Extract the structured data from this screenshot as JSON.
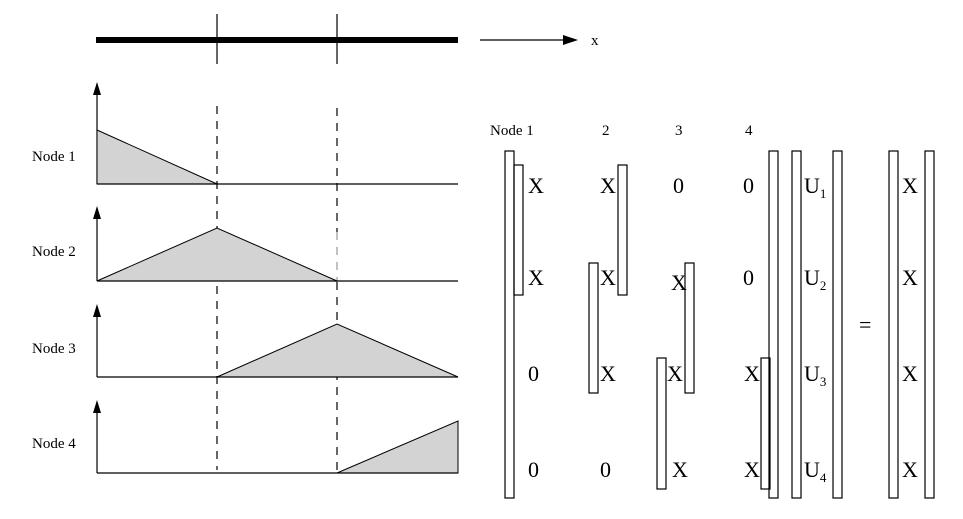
{
  "axis": {
    "label": "x"
  },
  "nodes": [
    {
      "label": "Node 1"
    },
    {
      "label": "Node 2"
    },
    {
      "label": "Node 3"
    },
    {
      "label": "Node 4"
    }
  ],
  "matrix": {
    "column_headers": [
      "Node 1",
      "2",
      "3",
      "4"
    ],
    "rows": [
      [
        "X",
        "X",
        "0",
        "0"
      ],
      [
        "X",
        "X",
        "X",
        "0"
      ],
      [
        "0",
        "X",
        "X",
        "X"
      ],
      [
        "0",
        "0",
        "X",
        "X"
      ]
    ]
  },
  "unknowns": [
    {
      "base": "U",
      "sub": "1"
    },
    {
      "base": "U",
      "sub": "2"
    },
    {
      "base": "U",
      "sub": "3"
    },
    {
      "base": "U",
      "sub": "4"
    }
  ],
  "equals_sign": "=",
  "rhs": [
    "X",
    "X",
    "X",
    "X"
  ],
  "colors": {
    "shape_fill": "#d3d3d3",
    "line": "#000000",
    "dashed_gray": "#999999"
  }
}
